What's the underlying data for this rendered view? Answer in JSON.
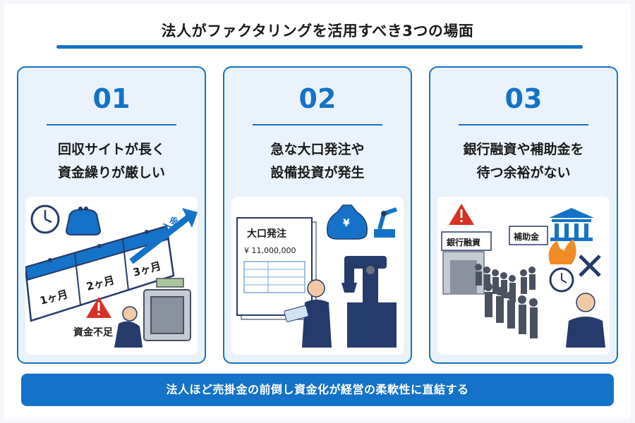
{
  "title": "法人がファクタリングを活用すべき3つの場面",
  "cards": [
    {
      "number": "01",
      "heading_line1": "回収サイトが長く",
      "heading_line2": "資金繰りが厳しい",
      "calendar_labels": [
        "1ヶ月",
        "2ヶ月",
        "3ヶ月"
      ],
      "arrow_label": "入金",
      "alert_label": "資金不足"
    },
    {
      "number": "02",
      "heading_line1": "急な大口発注や",
      "heading_line2": "設備投資が発生",
      "order_title": "大口発注",
      "order_amount": "¥ 11,000,000",
      "bag_symbol": "¥"
    },
    {
      "number": "03",
      "heading_line1": "銀行融資や補助金を",
      "heading_line2": "待つ余裕がない",
      "bank_sign": "銀行融資",
      "subsidy_sign": "補助金"
    }
  ],
  "footer": "法人ほど売掛金の前倒し資金化が経営の柔軟性に直結する",
  "colors": {
    "accent": "#1473c8",
    "card_bg": "#eaf3fc",
    "alert": "#d93025",
    "navy": "#243b6b"
  }
}
